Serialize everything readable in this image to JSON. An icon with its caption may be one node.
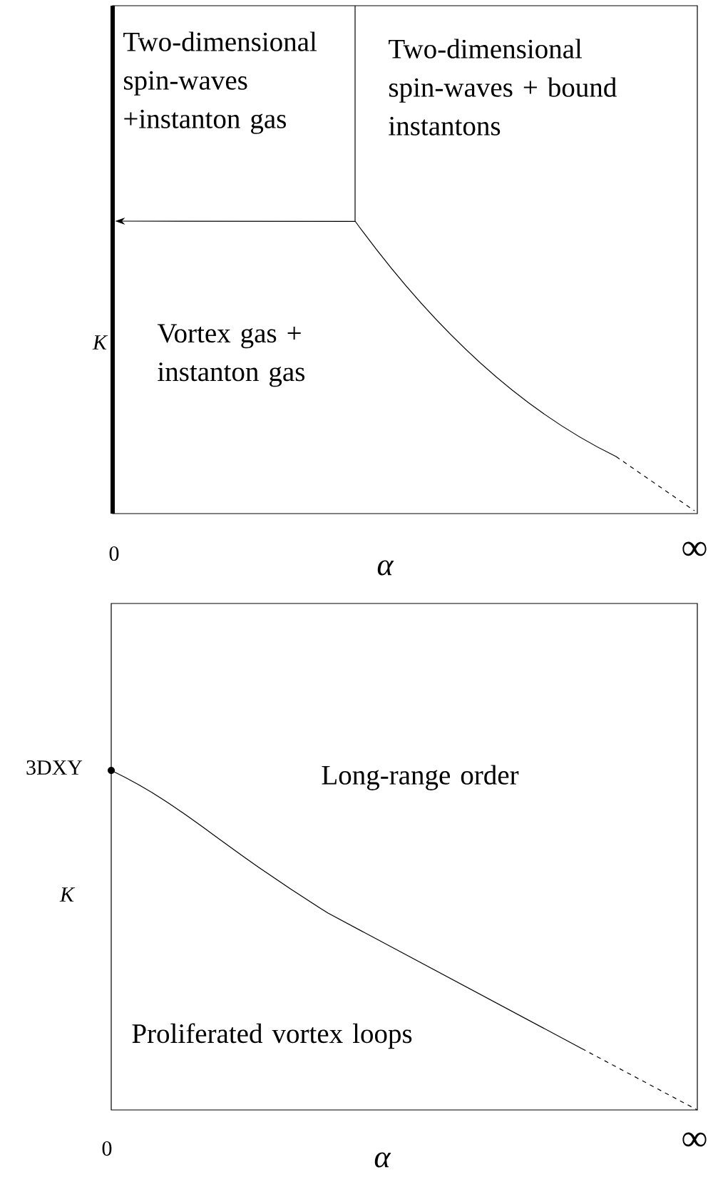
{
  "diagram": {
    "nodes": [
      {
        "text": [
          "Two-dimensional spin-waves +instanton gas",
          "Two-dimensional spin-waves + bound instantons",
          "Vortex gas + instanton gas"
        ]
      },
      {
        "text": [],
        "shape": "bar",
        "in": 0
      },
      {
        "text": [],
        "shape": "line",
        "in": 0
      },
      {
        "text": [
          "Long-range order",
          "Proliferated vortex loops"
        ]
      }
    ],
    "edges": [
      {
        "from": 2,
        "to": 1,
        "arrow": "to"
      }
    ],
    "labels": [
      "K",
      "0",
      "α",
      "∞",
      "3DXY",
      "K",
      "0",
      "α",
      "∞"
    ]
  }
}
